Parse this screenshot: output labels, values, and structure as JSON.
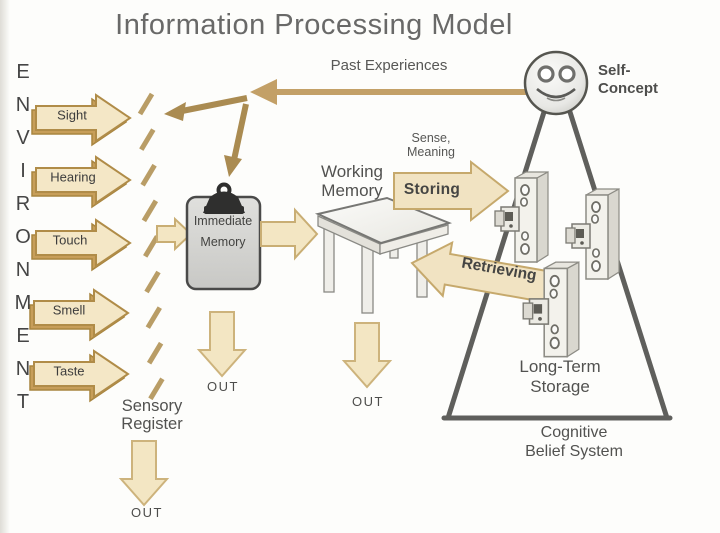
{
  "title": "Information Processing Model",
  "environment_label": {
    "word": "ENVIRONMENT",
    "letters": [
      "E",
      "N",
      "V",
      "I",
      "R",
      "O",
      "N",
      "M",
      "E",
      "N",
      "T"
    ]
  },
  "sense_arrows": [
    {
      "label": "Sight"
    },
    {
      "label": "Hearing"
    },
    {
      "label": "Touch"
    },
    {
      "label": "Smell"
    },
    {
      "label": "Taste"
    }
  ],
  "sensory_register": {
    "label": "Sensory\nRegister",
    "out_label": "OUT"
  },
  "immediate_memory": {
    "label": "Immediate\nMemory",
    "out_label": "OUT"
  },
  "working_memory": {
    "label": "Working\nMemory",
    "out_label": "OUT"
  },
  "past_experiences": {
    "label": "Past Experiences"
  },
  "storing_arrow": {
    "label": "Storing",
    "annotation": "Sense,\nMeaning"
  },
  "retrieving_arrow": {
    "label": "Retrieving"
  },
  "self_concept": {
    "label": "Self-\nConcept"
  },
  "long_term_storage": {
    "label": "Long-Term\nStorage"
  },
  "cognitive_belief_system": {
    "label": "Cognitive\nBelief System"
  },
  "colors": {
    "block_arrow_fill": "#f3e6c3",
    "block_arrow_border": "#b68f4c",
    "block_arrow_shadow": "#c79e59",
    "flow_arrow": "#c3a067",
    "triangle_line": "#5f5f5c",
    "clipboard_fill": "#d6d6d3",
    "text": "#525250"
  }
}
